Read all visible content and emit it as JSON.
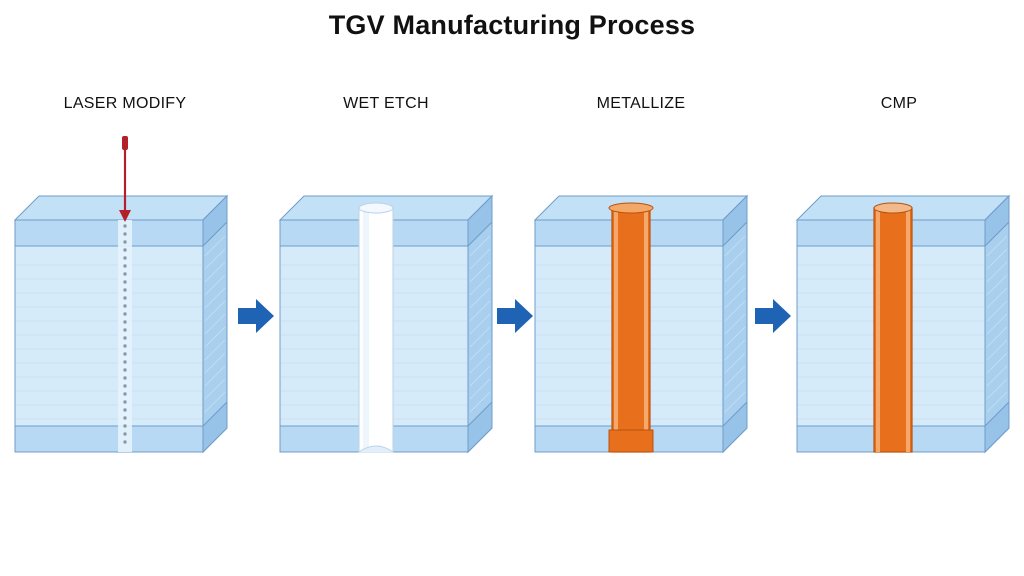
{
  "title": "TGV Manufacturing Process",
  "steps": [
    {
      "label": "LASER MODIFY",
      "stage": "laser-modify"
    },
    {
      "label": "WET ETCH",
      "stage": "wet-etch"
    },
    {
      "label": "METALLIZE",
      "stage": "metallize"
    },
    {
      "label": "CMP",
      "stage": "cmp"
    }
  ],
  "colors": {
    "glass_front": "#d6ebfa",
    "glass_top": "#c2e0f6",
    "glass_side": "#a9cfee",
    "glass_edge": "#6f9cc8",
    "glass_band": "#b8d9f3",
    "hole": "#ffffff",
    "copper": "#e8701c",
    "copper_dark": "#b9520d",
    "copper_light": "#f6a86a",
    "laser": "#b3202a",
    "arrow": "#1f63b5"
  },
  "icons": [
    "laser-pointer-icon",
    "right-arrow-icon"
  ]
}
